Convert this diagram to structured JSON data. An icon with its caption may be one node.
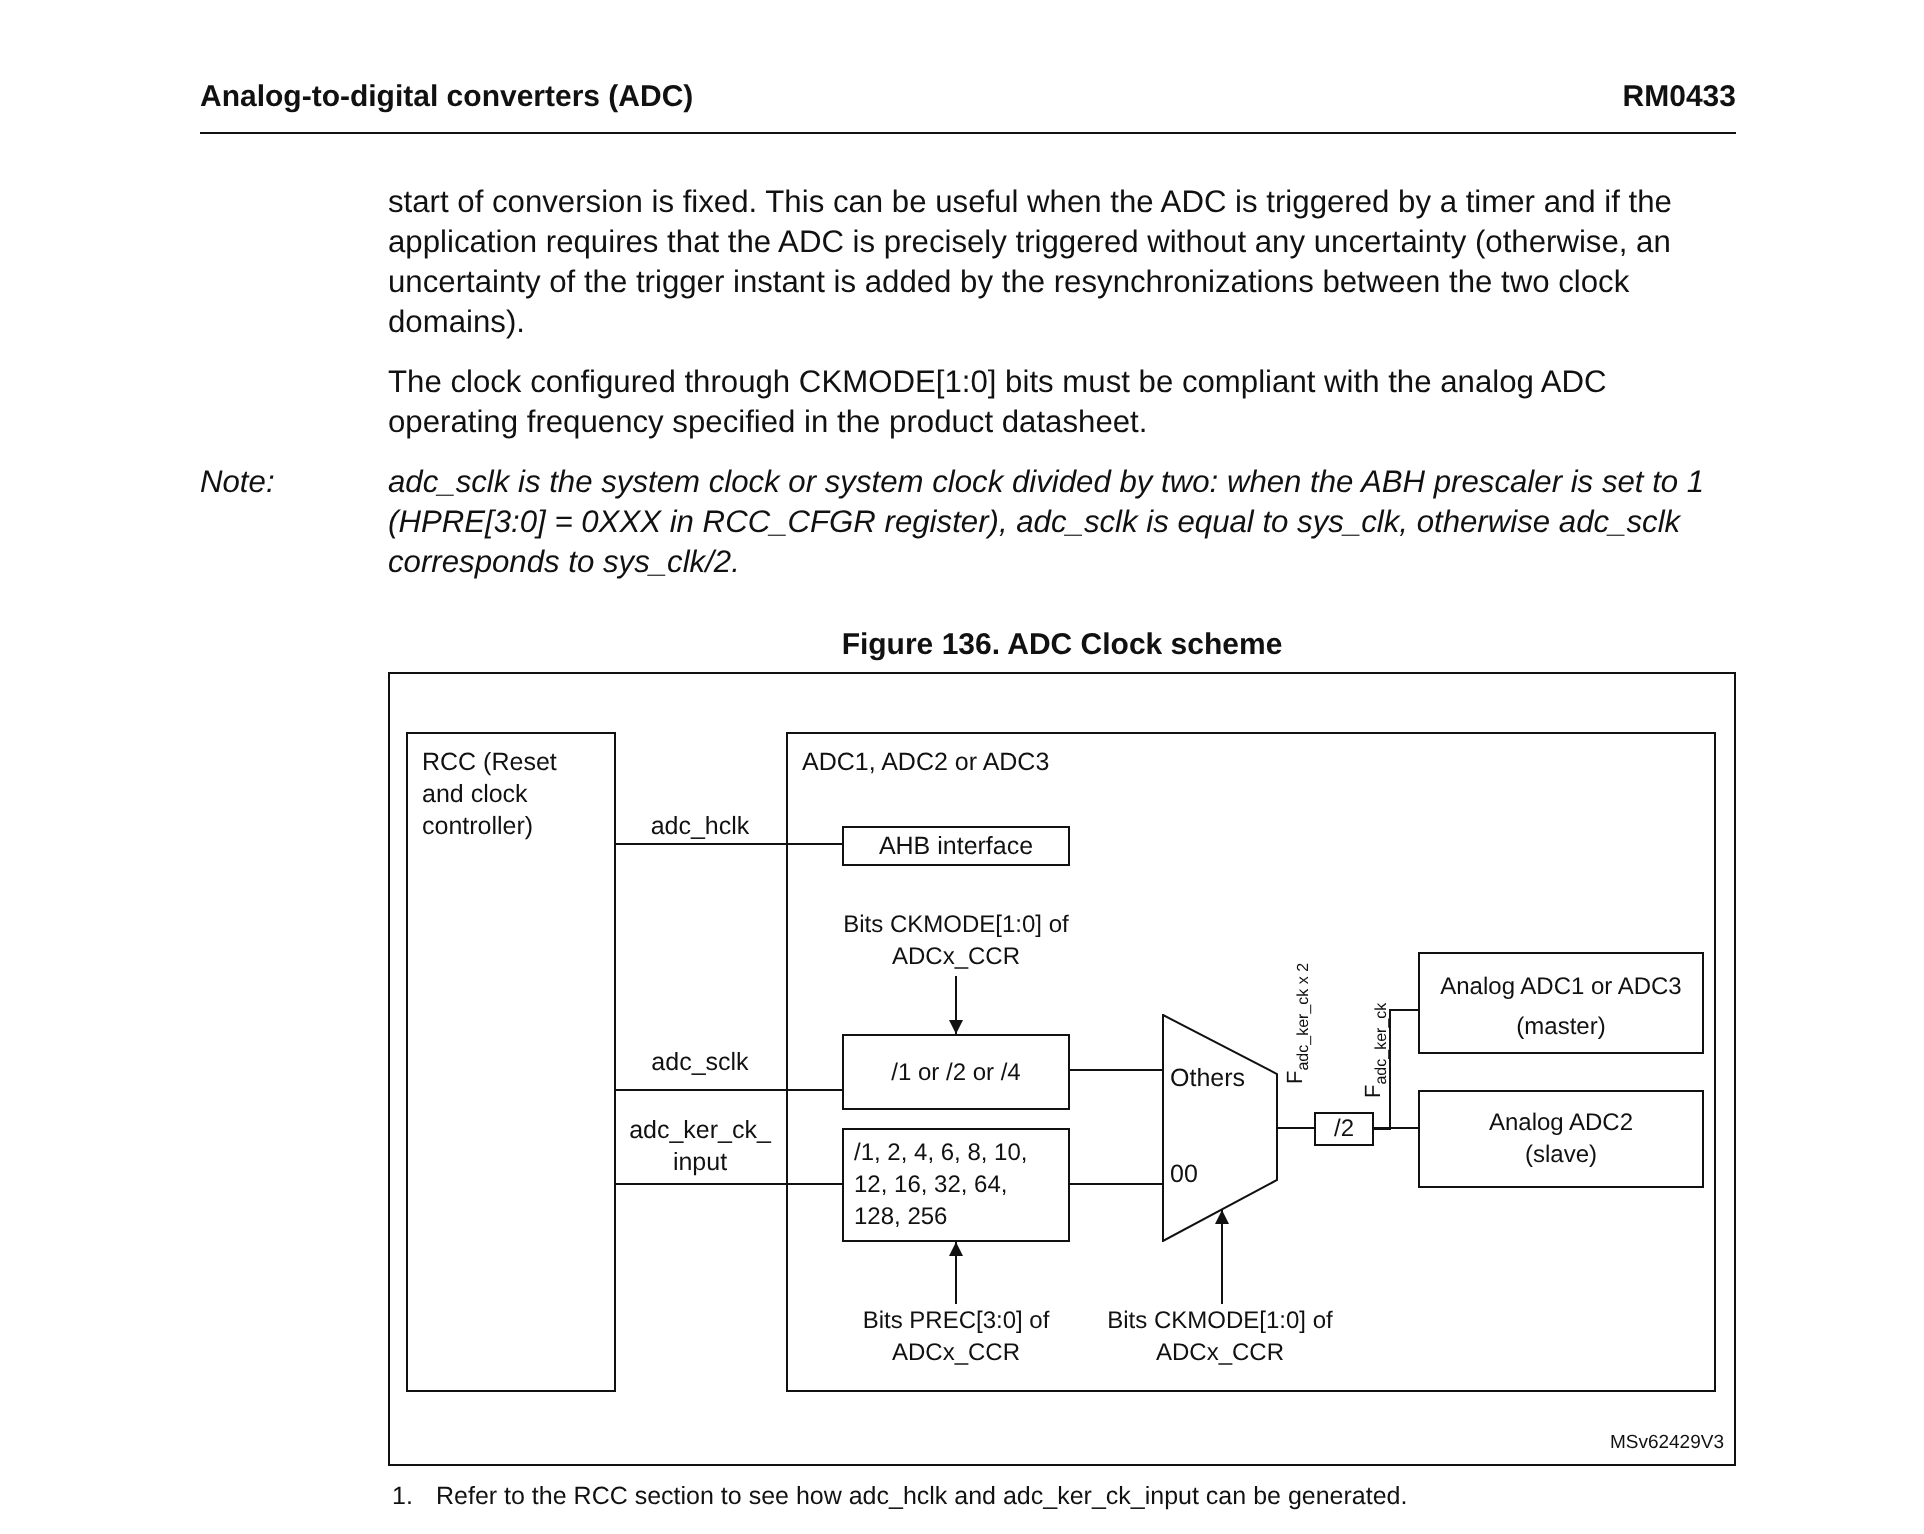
{
  "diagram": {
    "title": "Figure 136. ADC Clock scheme",
    "nodes": [
      {
        "text": [
          "RCC (Reset and clock controller)"
        ]
      },
      {
        "text": [
          "ADC1, ADC2 or ADC3"
        ]
      },
      {
        "text": [
          "AHB interface"
        ],
        "in": 1
      },
      {
        "text": [
          "Bits CKMODE[1:0] of ADCx_CCR"
        ],
        "in": 1
      },
      {
        "text": [
          "/1 or /2 or /4"
        ],
        "in": 1
      },
      {
        "text": [
          "/1, 2, 4, 6, 8, 10, 12, 16, 32, 64, 128, 256"
        ],
        "in": 1
      },
      {
        "text": [
          "Bits PREC[3:0] of ADCx_CCR"
        ],
        "in": 1
      },
      {
        "text": [
          "Others",
          "00"
        ],
        "in": 1
      },
      {
        "text": [
          "Bits CKMODE[1:0] of ADCx_CCR"
        ],
        "in": 1
      },
      {
        "text": [
          "/2"
        ],
        "in": 1
      },
      {
        "text": [
          "Analog ADC1 or ADC3 (master)"
        ],
        "in": 1
      },
      {
        "text": [
          "Analog ADC2 (slave)"
        ],
        "in": 1
      }
    ],
    "edges": [
      {
        "from": 0,
        "to": 2,
        "arrow": "none",
        "label": "adc_hclk"
      },
      {
        "from": 0,
        "to": 4,
        "arrow": "none",
        "label": "adc_sclk"
      },
      {
        "from": 0,
        "to": 5,
        "arrow": "none",
        "label": "adc_ker_ck_ input"
      },
      {
        "from": 3,
        "to": 4,
        "arrow": "to"
      },
      {
        "from": 6,
        "to": 5,
        "arrow": "to"
      },
      {
        "from": 4,
        "to": 7,
        "arrow": "none"
      },
      {
        "from": 5,
        "to": 7,
        "arrow": "none"
      },
      {
        "from": 8,
        "to": 7,
        "arrow": "to"
      },
      {
        "from": 7,
        "to": 9,
        "arrow": "none",
        "label": "F$_{adc_ker_ck x 2}$"
      },
      {
        "from": 9,
        "to": 10,
        "arrow": "none",
        "label": "F$_{adc_ker_ck}$"
      },
      {
        "from": 9,
        "to": 11,
        "arrow": "none"
      }
    ],
    "labels": [
      "Analog-to-digital converters (ADC)",
      "RM0433",
      "start of conversion is fixed. This can be useful when the ADC is triggered by a timer and if the application requires that the ADC is precisely triggered without any uncertainty (otherwise, an uncertainty of the trigger instant is added by the resynchronizations between the two clock domains).",
      "The clock configured through CKMODE[1:0] bits must be compliant with the analog ADC operating frequency specified in the product datasheet.",
      "Note:",
      "adc_sclk is the system clock or system clock divided by two: when the ABH prescaler is set to 1 (HPRE[3:0] = 0XXX in RCC_CFGR register), adc_sclk is equal to sys_clk, otherwise adc_sclk corresponds to sys_clk/2.",
      "MSv62429V3",
      "1.",
      "Refer to the RCC section to see how adc_hclk and adc_ker_ck_input can be generated."
    ]
  }
}
